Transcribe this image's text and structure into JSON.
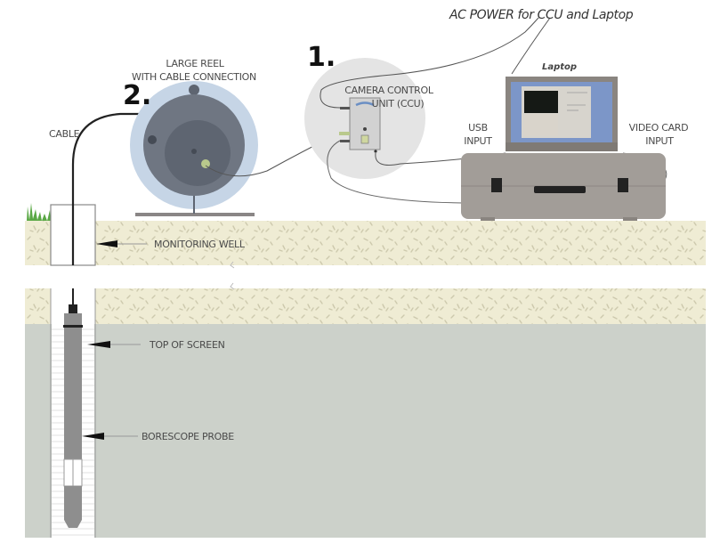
{
  "diagram": {
    "title": "AC POWER for CCU and Laptop",
    "steps": [
      {
        "number": "1.",
        "component": "camera-control-unit"
      },
      {
        "number": "2.",
        "component": "large-reel"
      }
    ],
    "labels": {
      "reel_line1": "LARGE REEL",
      "reel_line2": "WITH CABLE CONNECTION",
      "cable": "CABLE",
      "ccu_line1": "CAMERA CONTROL",
      "ccu_line2": "UNIT (CCU)",
      "laptop": "Laptop",
      "usb_line1": "USB",
      "usb_line2": "INPUT",
      "video_line1": "VIDEO CARD",
      "video_line2": "INPUT",
      "monitoring_well": "MONITORING WELL",
      "top_of_screen": "TOP OF SCREEN",
      "borescope_probe": "BORESCOPE PROBE"
    },
    "colors": {
      "soil": "#efecd4",
      "soil_speckle": "#cfcbb0",
      "groundwater": "#ccd1ca",
      "reel_outer": "#c6d5e6",
      "reel_mid": "#6f7682",
      "reel_inner": "#5e6571",
      "ccu_halo": "#e4e4e4",
      "case": "#a29d98",
      "laptop_frame": "#8a8580",
      "laptop_screen": "#7c96c8",
      "probe": "#8e8e8e",
      "grass": "#5aa845"
    }
  }
}
